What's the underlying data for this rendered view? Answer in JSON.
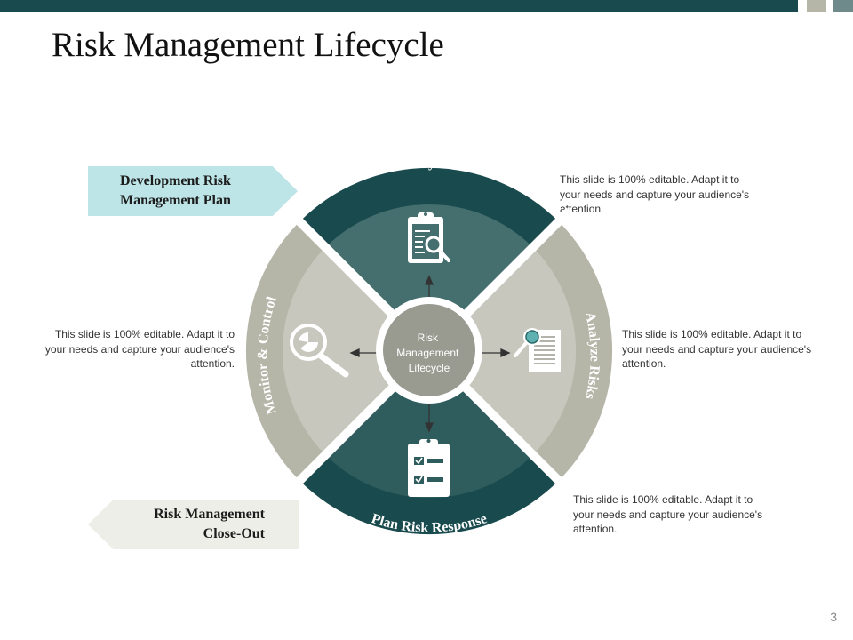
{
  "slide": {
    "title": "Risk Management Lifecycle",
    "page_number": "3",
    "colors": {
      "dark_teal": "#194a4d",
      "mid_teal": "#456e6e",
      "gray_outer": "#b5b5a8",
      "gray_inner": "#c7c7bd",
      "top_tag_fill": "#bde4e6",
      "bottom_tag_fill": "#eeeee8"
    }
  },
  "cycle": {
    "center_lines": [
      "Risk",
      "Management",
      "Lifecycle"
    ],
    "stages": {
      "identify": "Identify Risks",
      "analyze": "Analyze Risks",
      "plan": "Plan Risk Response",
      "monitor": "Monitor & Control"
    },
    "icons": {
      "identify": "clipboard-magnifier-icon",
      "analyze": "document-magnifier-icon",
      "plan": "checklist-clipboard-icon",
      "monitor": "magnifier-pie-chart-icon"
    }
  },
  "tags": {
    "top": [
      "Development Risk",
      "Management Plan"
    ],
    "bottom": [
      "Risk Management",
      "Close-Out"
    ]
  },
  "descriptions": {
    "identify": "This slide is 100% editable. Adapt it to your needs and capture your audience's attention.",
    "analyze": "This slide is 100% editable. Adapt it to your needs and capture your audience's attention.",
    "plan": "This slide is 100% editable. Adapt it to your needs and capture your audience's attention.",
    "monitor": "This slide is 100% editable. Adapt it to your needs and capture your audience's attention."
  }
}
